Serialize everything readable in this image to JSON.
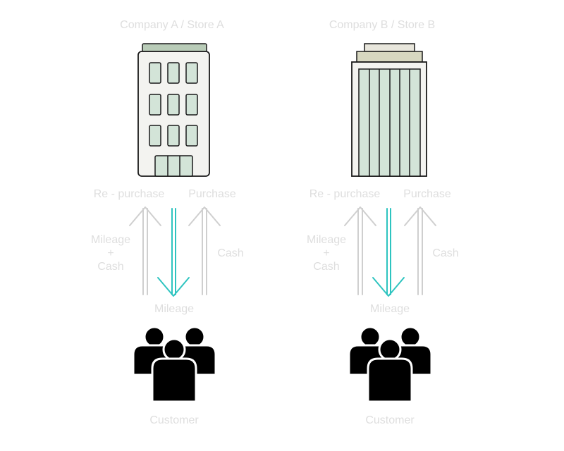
{
  "colors": {
    "label_gray": "#dedede",
    "arrow_gray": "#cfcfcf",
    "arrow_teal": "#2ec4c0",
    "outline": "#1a1a1a",
    "window_fill": "#d3e4d8",
    "roof_fill": "#b9ccb8",
    "wall_fill": "#f3f3f0",
    "crown_top": "#e8e6dc",
    "crown_mid": "#d7d7c0",
    "customer_fill": "#000000"
  },
  "icons": {
    "store_a": "office-building-icon",
    "store_b": "tower-building-icon",
    "customers": "customer-group-icon"
  },
  "panels": [
    {
      "company_label": "Company A / Store A",
      "repurchase_label": "Re - purchase",
      "purchase_label": "Purchase",
      "mileage_cash": [
        "Mileage",
        "+",
        "Cash"
      ],
      "cash_label": "Cash",
      "mileage_label": "Mileage",
      "customer_label": "Customer"
    },
    {
      "company_label": "Company B / Store B",
      "repurchase_label": "Re - purchase",
      "purchase_label": "Purchase",
      "mileage_cash": [
        "Mileage",
        "+",
        "Cash"
      ],
      "cash_label": "Cash",
      "mileage_label": "Mileage",
      "customer_label": "Customer"
    }
  ]
}
